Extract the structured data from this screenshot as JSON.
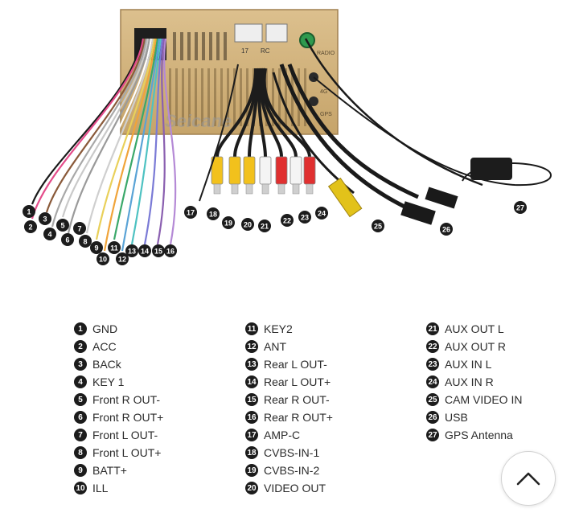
{
  "product": {
    "brand_watermark": "Seicane",
    "port_labels": [
      "RADIO",
      "GPS",
      "4G"
    ],
    "connector_codes": [
      "17",
      "RC"
    ]
  },
  "callouts": [
    "1",
    "2",
    "3",
    "4",
    "5",
    "6",
    "7",
    "8",
    "9",
    "10",
    "11",
    "12",
    "13",
    "14",
    "15",
    "16",
    "17",
    "18",
    "19",
    "20",
    "21",
    "22",
    "23",
    "24",
    "25",
    "26",
    "27"
  ],
  "legend": {
    "col1": [
      {
        "num": "1",
        "label": "GND"
      },
      {
        "num": "2",
        "label": "ACC"
      },
      {
        "num": "3",
        "label": "BACk"
      },
      {
        "num": "4",
        "label": "KEY 1"
      },
      {
        "num": "5",
        "label": "Front R OUT-"
      },
      {
        "num": "6",
        "label": "Front R OUT+"
      },
      {
        "num": "7",
        "label": "Front L OUT-"
      },
      {
        "num": "8",
        "label": "Front L OUT+"
      },
      {
        "num": "9",
        "label": "BATT+"
      },
      {
        "num": "10",
        "label": "ILL"
      }
    ],
    "col2": [
      {
        "num": "11",
        "label": "KEY2"
      },
      {
        "num": "12",
        "label": "ANT"
      },
      {
        "num": "13",
        "label": "Rear L OUT-"
      },
      {
        "num": "14",
        "label": "Rear L OUT+"
      },
      {
        "num": "15",
        "label": "Rear R OUT-"
      },
      {
        "num": "16",
        "label": "Rear R OUT+"
      },
      {
        "num": "17",
        "label": "AMP-C"
      },
      {
        "num": "18",
        "label": "CVBS-IN-1"
      },
      {
        "num": "19",
        "label": "CVBS-IN-2"
      },
      {
        "num": "20",
        "label": "VIDEO OUT"
      }
    ],
    "col3": [
      {
        "num": "21",
        "label": "AUX OUT L"
      },
      {
        "num": "22",
        "label": "AUX OUT R"
      },
      {
        "num": "23",
        "label": "AUX IN L"
      },
      {
        "num": "24",
        "label": "AUX IN R"
      },
      {
        "num": "25",
        "label": "CAM VIDEO IN"
      },
      {
        "num": "26",
        "label": "USB"
      },
      {
        "num": "27",
        "label": "GPS Antenna"
      }
    ]
  },
  "scroll_top": {
    "icon": "chevron-up-icon"
  }
}
